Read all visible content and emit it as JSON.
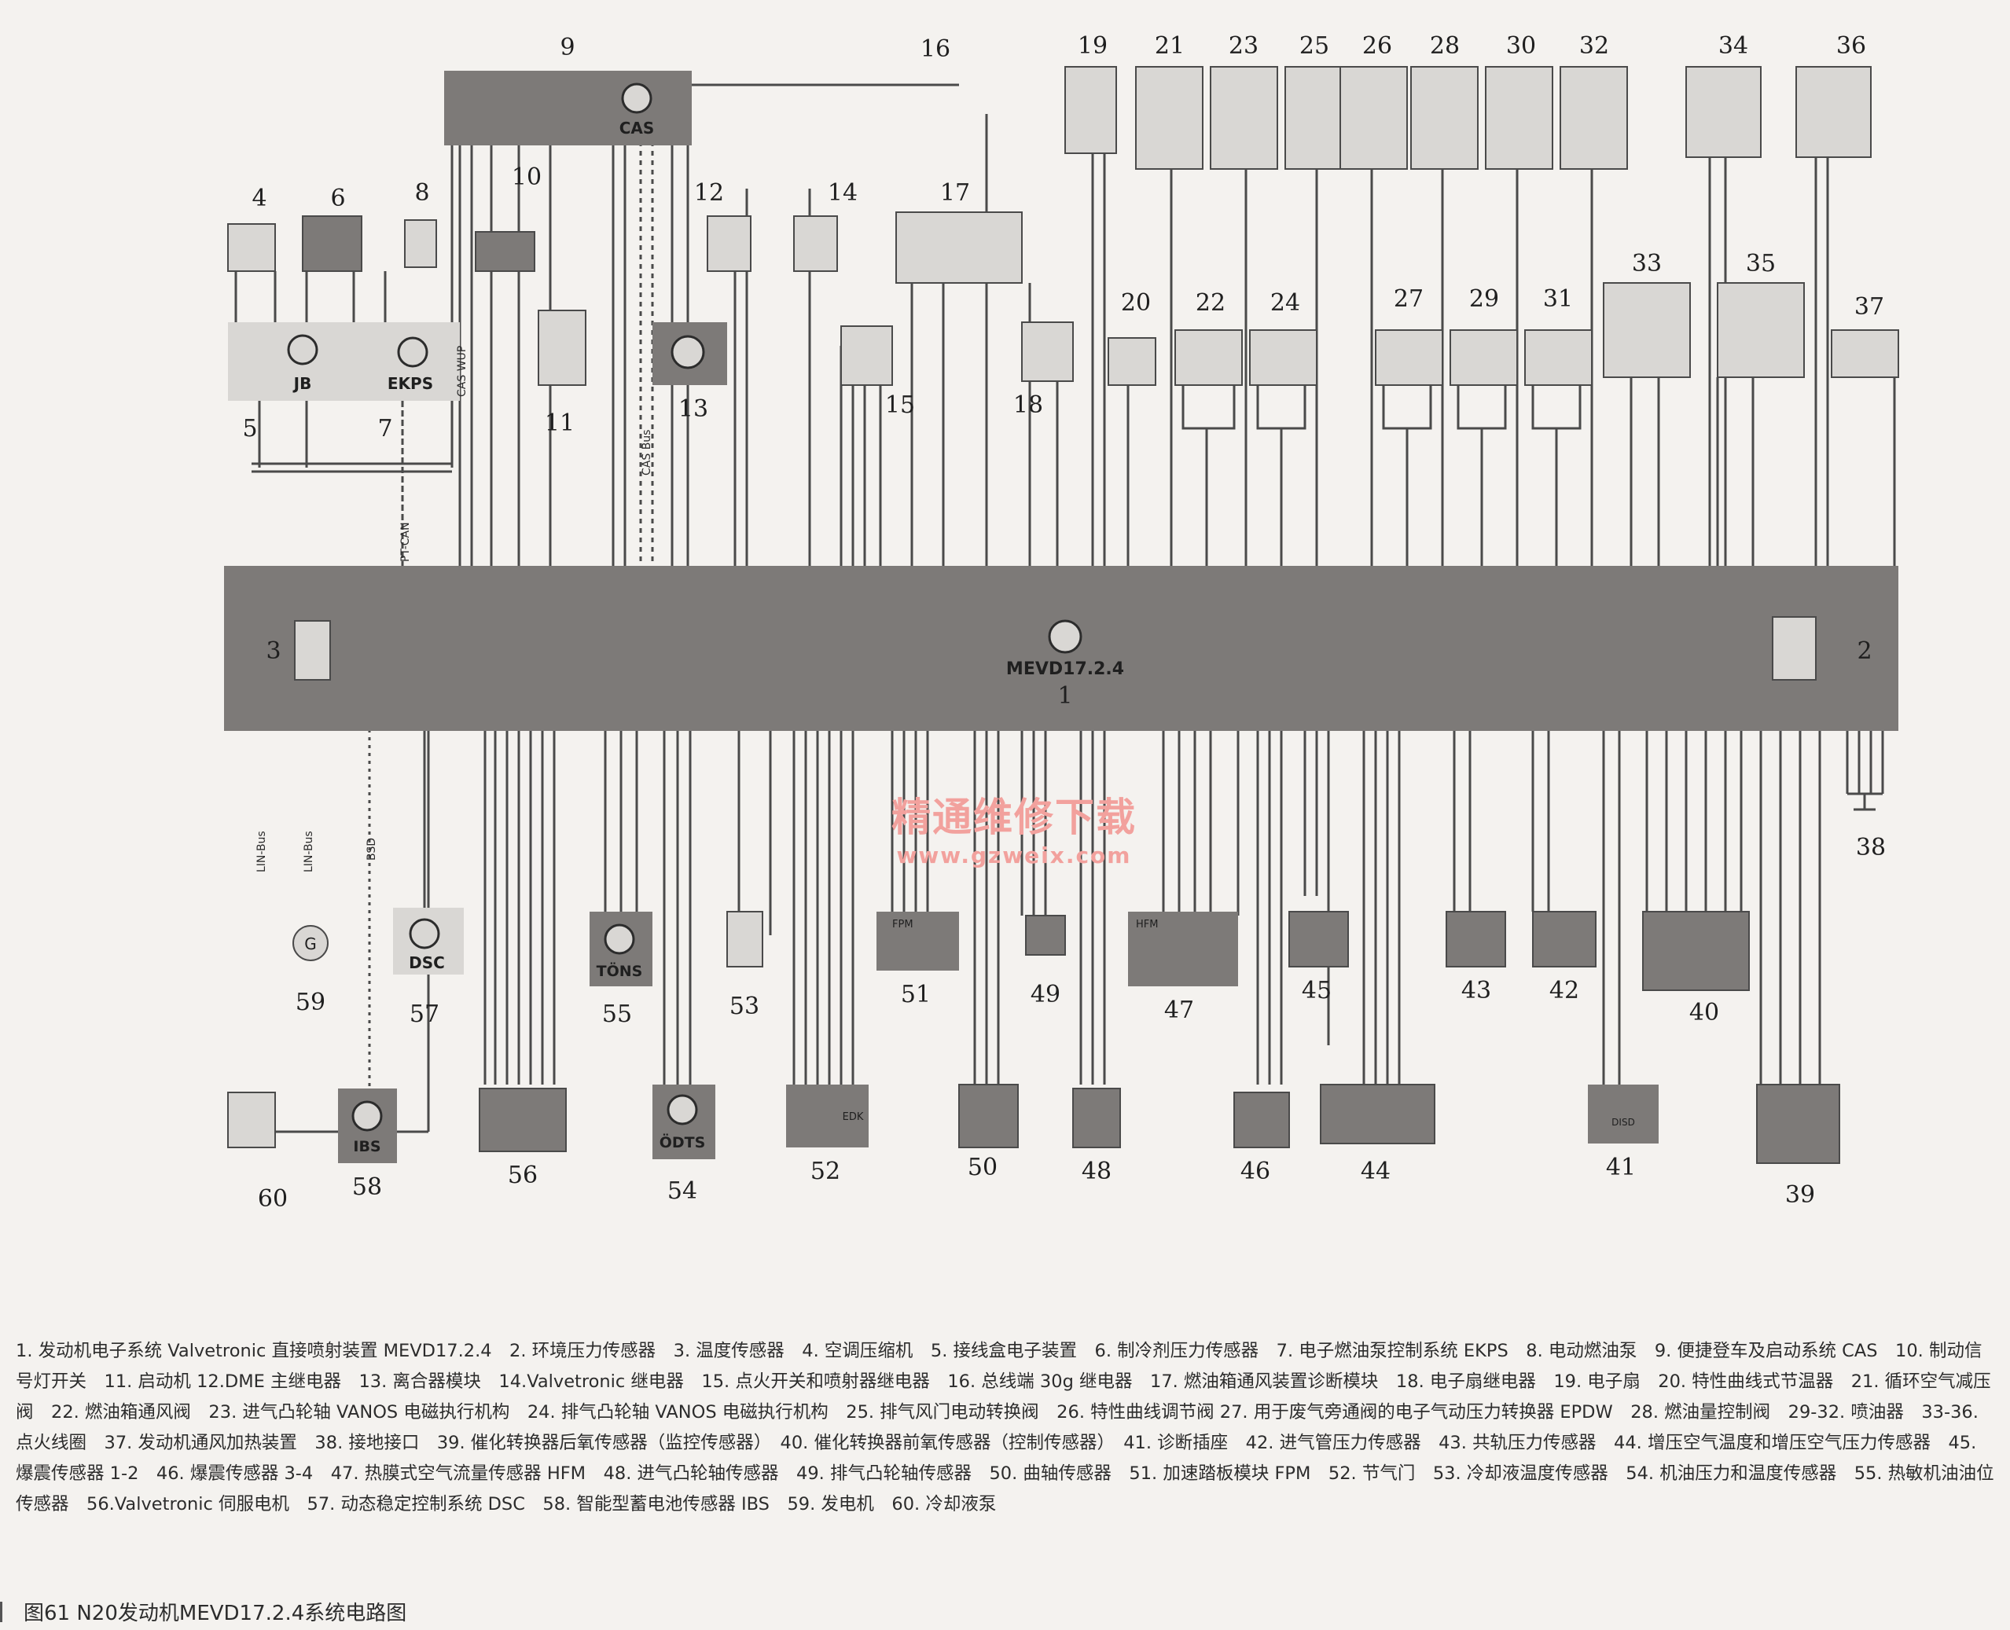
{
  "colors": {
    "background": "#f4f2ef",
    "wire": "#4a4a4a",
    "component_dark": "#7d7a78",
    "component_light": "#d9d7d4",
    "watermark": "#f2a19d"
  },
  "ecu": {
    "label": "MEVD17.2.4",
    "number": "1"
  },
  "modules": {
    "m9": {
      "number": "9",
      "label": "CAS"
    },
    "m5": {
      "number": "5",
      "label": "JB"
    },
    "m7": {
      "number": "7",
      "label": "EKPS"
    },
    "m13": {
      "number": "13"
    },
    "m57": {
      "number": "57",
      "label": "DSC"
    },
    "m55": {
      "number": "55",
      "label": "TÖNS"
    },
    "m54": {
      "number": "54",
      "label": "ÖDTS"
    },
    "m58": {
      "number": "58",
      "label": "IBS"
    },
    "m59": {
      "number": "59",
      "label": "G"
    },
    "m41": {
      "number": "41",
      "label": "DISD"
    },
    "m51": {
      "number": "51",
      "label": "FPM"
    },
    "m47": {
      "number": "47",
      "label": "HFM"
    },
    "m52": {
      "number": "52",
      "label": "EDK"
    }
  },
  "wire_labels": {
    "cas_wup": "CAS WUP",
    "cas_bus": "CAS Bus",
    "pt_can": "PT-CAN",
    "lin_bus_1": "LIN-Bus",
    "lin_bus_2": "LIN-Bus",
    "bsd": "BSD"
  },
  "component_numbers": [
    "2",
    "3",
    "4",
    "6",
    "8",
    "10",
    "11",
    "12",
    "14",
    "15",
    "16",
    "17",
    "18",
    "19",
    "20",
    "21",
    "22",
    "23",
    "24",
    "25",
    "26",
    "27",
    "28",
    "29",
    "30",
    "31",
    "32",
    "33",
    "34",
    "35",
    "36",
    "37",
    "38",
    "39",
    "40",
    "42",
    "43",
    "44",
    "45",
    "46",
    "48",
    "49",
    "50",
    "53",
    "56",
    "60"
  ],
  "watermark": {
    "line1": "精通维修下载",
    "line2": "www.gzweix.com"
  },
  "legend_text": "1. 发动机电子系统 Valvetronic 直接喷射装置 MEVD17.2.4　2. 环境压力传感器　3. 温度传感器　4. 空调压缩机　5. 接线盒电子装置　6. 制冷剂压力传感器　7. 电子燃油泵控制系统 EKPS　8. 电动燃油泵　9. 便捷登车及启动系统 CAS　10. 制动信号灯开关　11. 启动机 12.DME 主继电器　13. 离合器模块　14.Valvetronic 继电器　15. 点火开关和喷射器继电器　16. 总线端 30g 继电器　17. 燃油箱通风装置诊断模块　18. 电子扇继电器　19. 电子扇　20. 特性曲线式节温器　21. 循环空气减压阀　22. 燃油箱通风阀　23. 进气凸轮轴 VANOS 电磁执行机构　24. 排气凸轮轴 VANOS 电磁执行机构　25. 排气风门电动转换阀　26. 特性曲线调节阀 27. 用于废气旁通阀的电子气动压力转换器 EPDW　28. 燃油量控制阀　29-32. 喷油器　33-36. 点火线圈　37. 发动机通风加热装置　38. 接地接口　39. 催化转换器后氧传感器（监控传感器）　40. 催化转换器前氧传感器（控制传感器）　41. 诊断插座　42. 进气管压力传感器　43. 共轨压力传感器　44. 增压空气温度和增压空气压力传感器　45. 爆震传感器 1-2　46. 爆震传感器 3-4　47. 热膜式空气流量传感器 HFM　48. 进气凸轮轴传感器　49. 排气凸轮轴传感器　50. 曲轴传感器　51. 加速踏板模块 FPM　52. 节气门　53. 冷却液温度传感器　54. 机油压力和温度传感器　55. 热敏机油油位传感器　56.Valvetronic 伺服电机　57. 动态稳定控制系统 DSC　58. 智能型蓄电池传感器 IBS　59. 发电机　60. 冷却液泵",
  "caption": "图61  N20发动机MEVD17.2.4系统电路图"
}
